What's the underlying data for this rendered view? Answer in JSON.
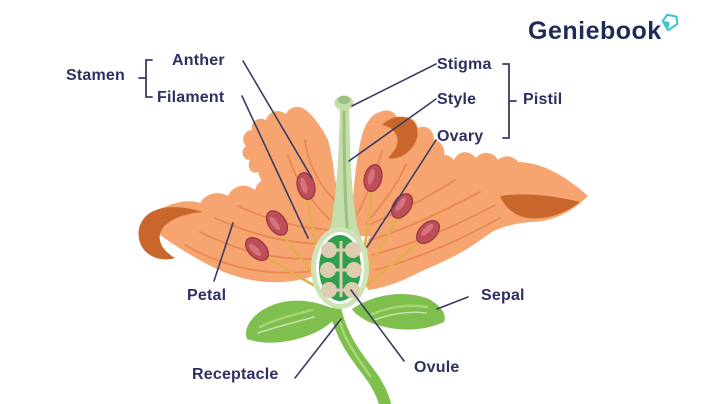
{
  "logo": {
    "name": "Geniebook",
    "gem_icon": "gem-diamond"
  },
  "labels": {
    "stamen": "Stamen",
    "anther": "Anther",
    "filament": "Filament",
    "stigma": "Stigma",
    "style": "Style",
    "ovary": "Ovary",
    "pistil": "Pistil",
    "petal": "Petal",
    "sepal": "Sepal",
    "receptacle": "Receptacle",
    "ovule": "Ovule"
  },
  "colors": {
    "background": "#FFFFFF",
    "label_text": "#2E3061",
    "leader_line": "#3A3C63",
    "logo_text": "#1F2B56",
    "logo_gem": "#3BC3D2",
    "petal": "#F6A571",
    "petal_streak": "#E8854C",
    "petal_dark": "#C9662B",
    "anther": "#BE4E58",
    "anther_outline": "#A03B45",
    "anther_highlight": "#D4737B",
    "filament": "#E2AF4C",
    "style_pistil": "#C5DDA9",
    "style_inner": "#9DC185",
    "ovary_rim": "#CDE4B6",
    "ovary_inner": "#2E9F4C",
    "ovule_seed": "#DCCDB0",
    "sepal": "#7EBF4D",
    "sepal_highlight": "#A8D677"
  }
}
